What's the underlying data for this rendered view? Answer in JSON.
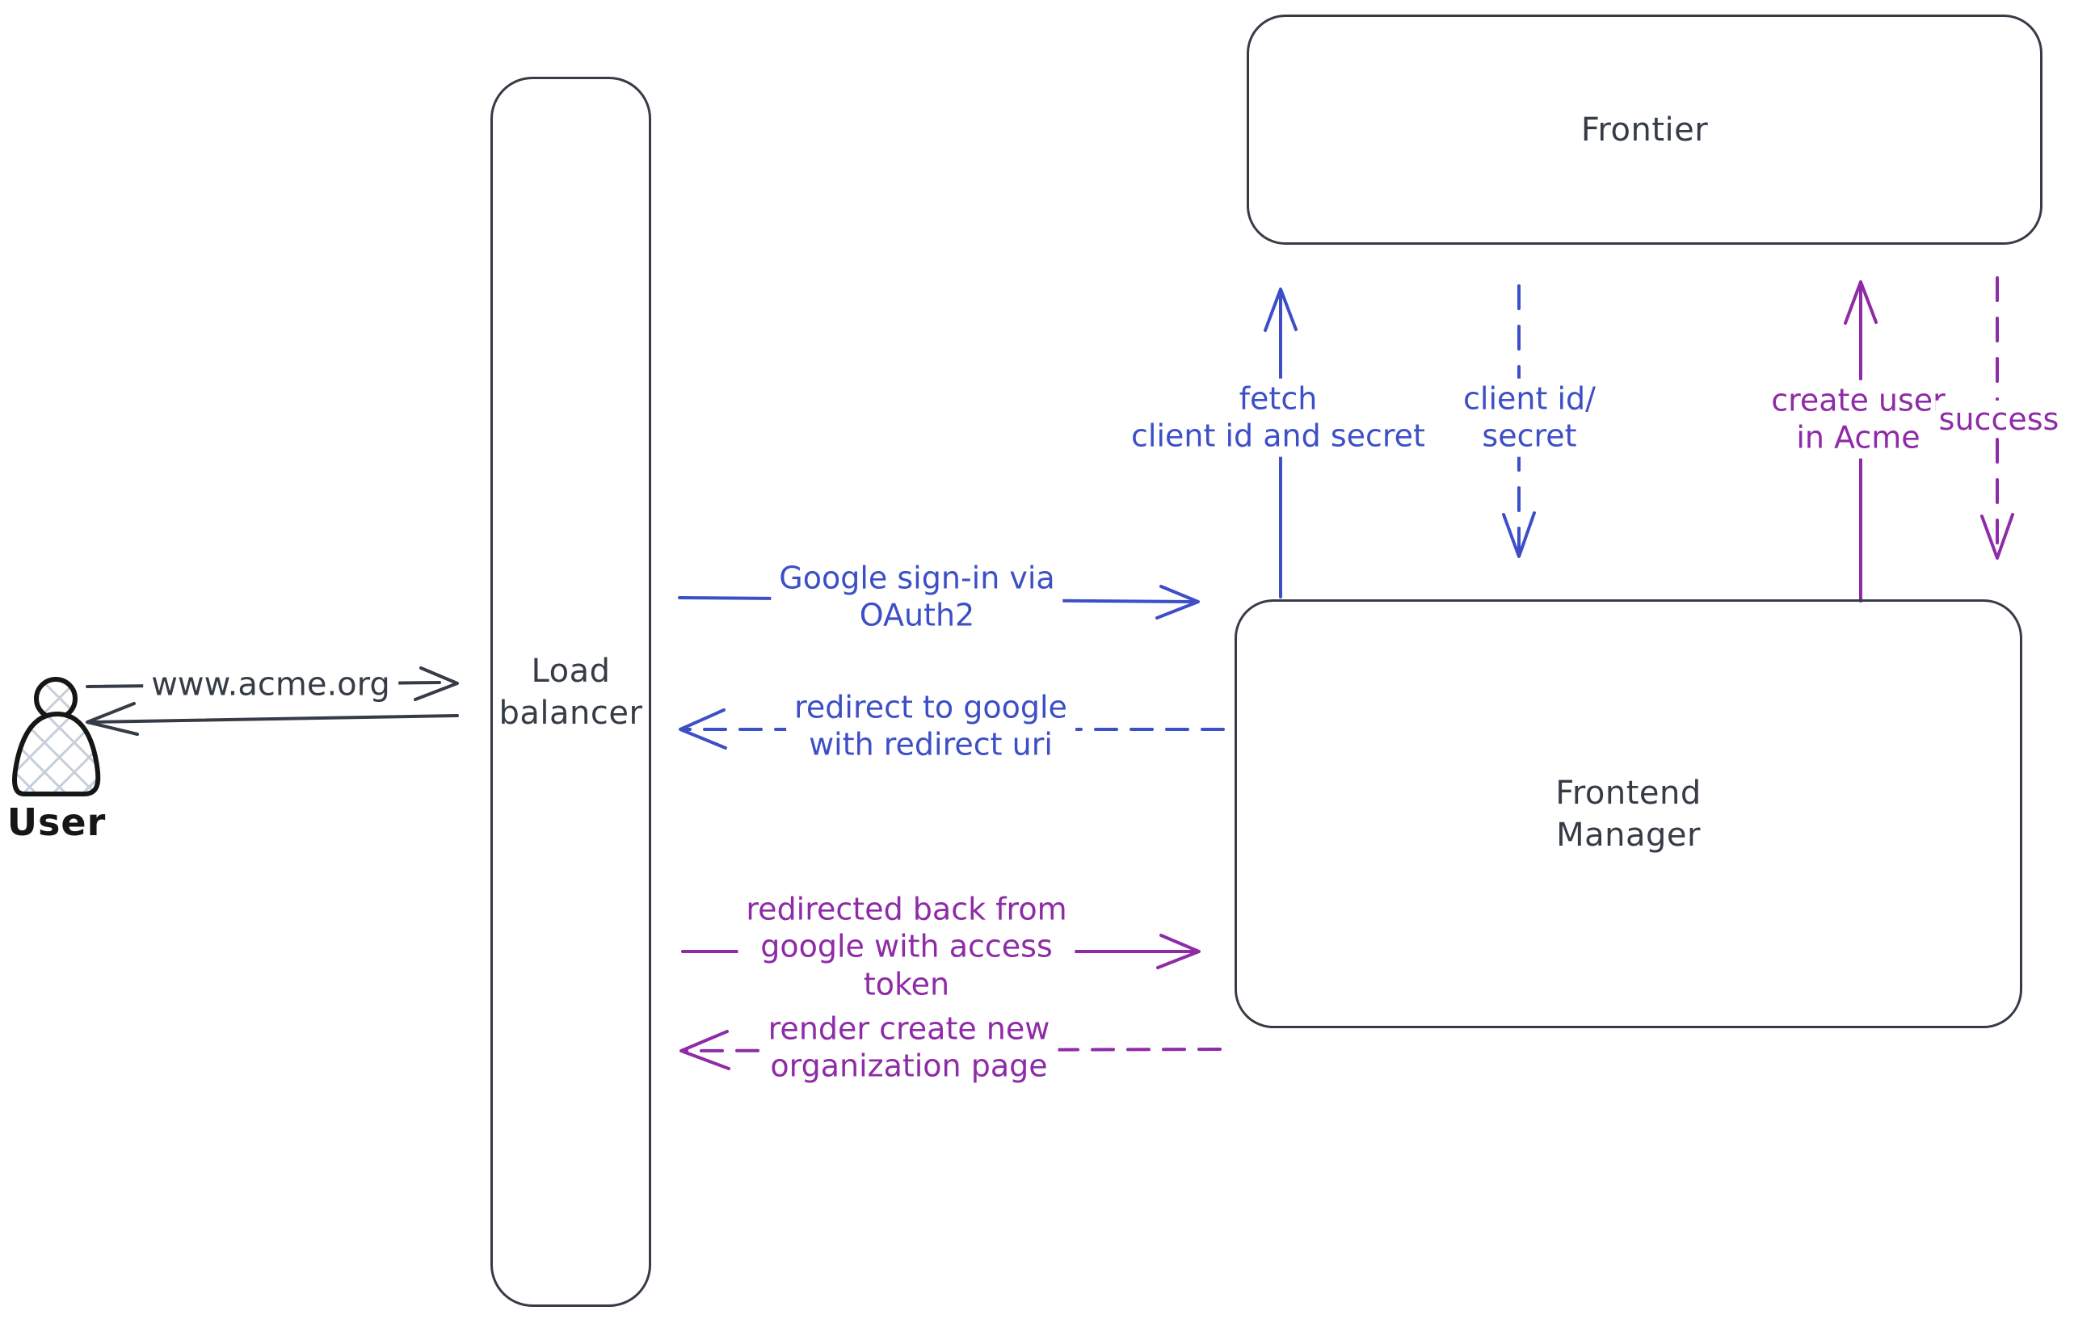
{
  "colors": {
    "dark": "#363c46",
    "black": "#161616",
    "blue": "#3d4fc6",
    "purple": "#8e2ba6",
    "hatch": "#c5cfda",
    "bg": "#ffffff"
  },
  "actors": {
    "user": {
      "label": "User"
    }
  },
  "nodes": {
    "load_balancer": {
      "lines": [
        "Load",
        "balancer"
      ]
    },
    "frontier": {
      "lines": [
        "Frontier"
      ]
    },
    "frontend_manager": {
      "lines": [
        "Frontend",
        "Manager"
      ]
    }
  },
  "edges": {
    "www_acme": {
      "lines": [
        "www.acme.org"
      ],
      "style": "solid",
      "color": "dark",
      "from": "user",
      "to": "load_balancer"
    },
    "return_to_user": {
      "lines": [],
      "style": "solid",
      "color": "dark",
      "from": "load_balancer",
      "to": "user"
    },
    "google_signin": {
      "lines": [
        "Google sign-in via",
        "OAuth2"
      ],
      "style": "solid",
      "color": "blue",
      "from": "load_balancer",
      "to": "frontend_manager"
    },
    "redirect_to_google": {
      "lines": [
        "redirect to google",
        "with redirect uri"
      ],
      "style": "dashed",
      "color": "blue",
      "from": "frontend_manager",
      "to": "load_balancer"
    },
    "fetch_client": {
      "lines": [
        "fetch",
        "client id and secret"
      ],
      "style": "solid",
      "color": "blue",
      "from": "frontend_manager",
      "to": "frontier"
    },
    "client_id_secret": {
      "lines": [
        "client id/",
        "secret"
      ],
      "style": "dashed",
      "color": "blue",
      "from": "frontier",
      "to": "frontend_manager"
    },
    "redirected_back": {
      "lines": [
        "redirected back from",
        "google with access",
        "token"
      ],
      "style": "solid",
      "color": "purple",
      "from": "load_balancer",
      "to": "frontend_manager"
    },
    "render_create": {
      "lines": [
        "render create new",
        "organization page"
      ],
      "style": "dashed",
      "color": "purple",
      "from": "frontend_manager",
      "to": "load_balancer"
    },
    "create_user": {
      "lines": [
        "create user",
        "in Acme"
      ],
      "style": "solid",
      "color": "purple",
      "from": "frontend_manager",
      "to": "frontier"
    },
    "success": {
      "lines": [
        "success"
      ],
      "style": "dashed",
      "color": "purple",
      "from": "frontier",
      "to": "frontend_manager"
    }
  }
}
